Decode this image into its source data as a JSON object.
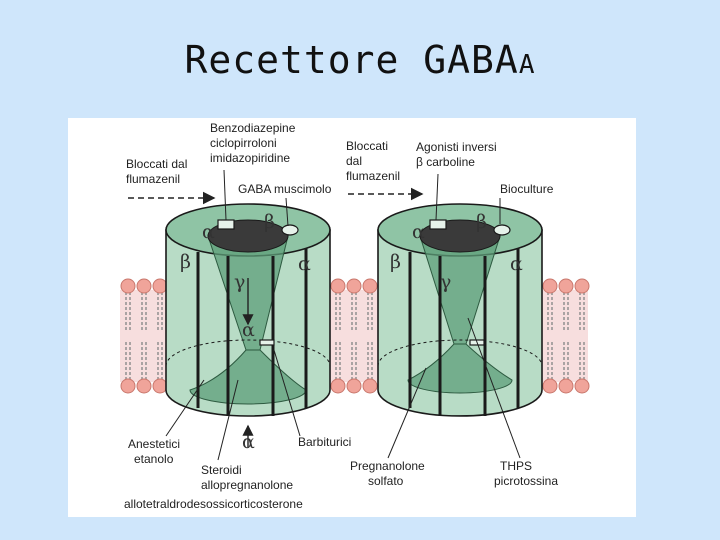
{
  "title": {
    "main": "Recettore GABA",
    "subscript": "A"
  },
  "diagram": {
    "colors": {
      "cylinder": "#b8dcc6",
      "cylinder_dark": "#8fc4a5",
      "channel": "#5e9f79",
      "pore": "#3a3a3a",
      "lipid_head": "#f0a49a",
      "lipid_tail": "#8a8a8a",
      "membrane": "#f7dede",
      "outline": "#1a1a1a"
    },
    "labels": {
      "bloccati_left_1": "Bloccati dal",
      "bloccati_left_2": "flumazenil",
      "benzo_1": "Benzodiazepine",
      "benzo_2": "ciclopirroloni",
      "benzo_3": "imidazopiridine",
      "gaba": "GABA muscimolo",
      "bloccati_right_1": "Bloccati",
      "bloccati_right_2": "dal",
      "bloccati_right_3": "flumazenil",
      "agonisti_1": "Agonisti inversi",
      "agonisti_2": "β carboline",
      "bioculture": "Bioculture",
      "anestetici_1": "Anestetici",
      "anestetici_2": "etanolo",
      "steroidi_1": "Steroidi",
      "steroidi_2": "allopregnanolone",
      "steroidi_3": "allotetraldrodesossicorticosterone",
      "barbiturici": "Barbiturici",
      "pregnanolone_1": "Pregnanolone",
      "pregnanolone_2": "solfato",
      "thps_1": "THPS",
      "thps_2": "picrotossina"
    },
    "subunits": {
      "alpha": "α",
      "beta": "β",
      "gamma": "γ"
    }
  }
}
